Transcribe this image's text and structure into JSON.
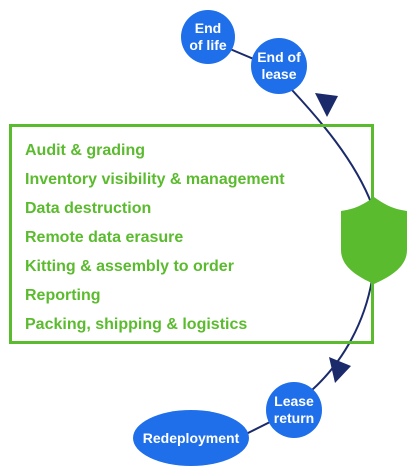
{
  "nodes": {
    "end_of_life": "End\nof life",
    "end_of_lease": "End of\nlease",
    "lease_return": "Lease\nreturn",
    "redeployment": "Redeployment"
  },
  "services": [
    "Audit & grading",
    "Inventory visibility & management",
    "Data destruction",
    "Remote data erasure",
    "Kitting & assembly to order",
    "Reporting",
    "Packing, shipping & logistics"
  ],
  "colors": {
    "node_blue": "#1f6fea",
    "connector_navy": "#1b2a6b",
    "green": "#5bbb2e",
    "background": "#ffffff"
  },
  "icons": [
    "shield-icon",
    "arrow-head-icon"
  ]
}
